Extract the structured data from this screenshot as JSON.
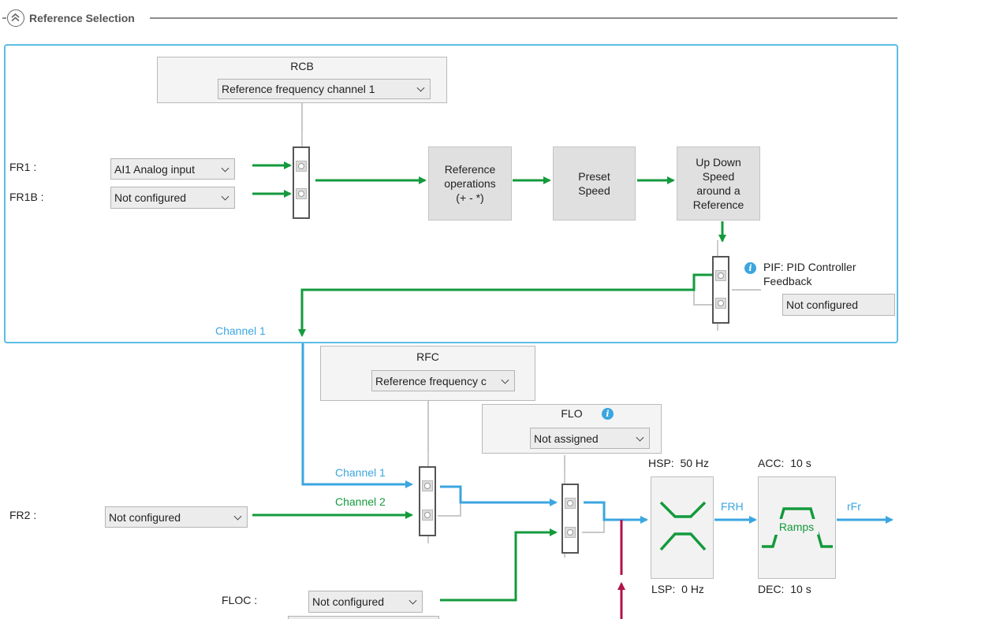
{
  "header": {
    "title": "Reference Selection",
    "collapse_icon": "double-chevron-up-icon"
  },
  "rcb": {
    "title": "RCB",
    "select_value": "Reference frequency channel 1"
  },
  "fr1": {
    "label": "FR1 :",
    "value": "AI1 Analog input"
  },
  "fr1b": {
    "label": "FR1B :",
    "value": "Not configured"
  },
  "blocks": {
    "reference_operations": [
      "Reference",
      "operations",
      "(+ - *)"
    ],
    "preset_speed": [
      "Preset",
      "Speed"
    ],
    "up_down_speed": [
      "Up Down",
      "Speed",
      "around a",
      "Reference"
    ]
  },
  "pif": {
    "label_line1": "PIF: PID Controller",
    "label_line2": "Feedback",
    "value": "Not configured"
  },
  "channel1_label": "Channel 1",
  "rfc": {
    "title": "RFC",
    "select_value": "Reference frequency c"
  },
  "flo": {
    "title": "FLO",
    "select_value": "Not assigned"
  },
  "fr2": {
    "label": "FR2 :",
    "value": "Not configured"
  },
  "switch_rfc": {
    "in1": "Channel 1",
    "in2": "Channel 2"
  },
  "floc": {
    "label": "FLOC :",
    "value": "Not configured"
  },
  "hsp": {
    "label": "HSP:",
    "value": "50 Hz"
  },
  "lsp": {
    "label": "LSP:",
    "value": "0 Hz"
  },
  "acc": {
    "label": "ACC:",
    "value": "10 s"
  },
  "dec": {
    "label": "DEC:",
    "value": "10 s"
  },
  "frh_label": "FRH",
  "rfr_label": "rFr",
  "ramps_label": "Ramps",
  "colors": {
    "frame": "#5bbde4",
    "green": "#139a3c",
    "blue": "#3ba6e0",
    "crimson": "#b0124a",
    "gray": "#c8c8c8"
  }
}
